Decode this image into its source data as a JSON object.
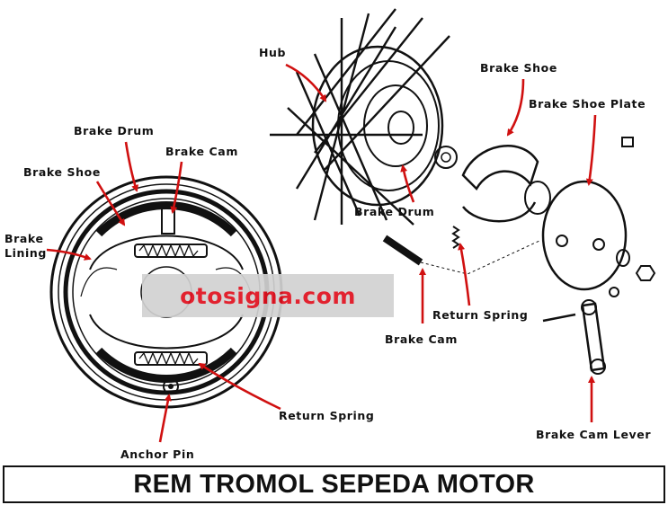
{
  "labels": {
    "hub": "Hub",
    "brake_shoe_right": "Brake Shoe",
    "brake_shoe_plate": "Brake Shoe Plate",
    "brake_drum_left": "Brake Drum",
    "brake_cam_left": "Brake Cam",
    "brake_shoe_left": "Brake Shoe",
    "brake_lining": [
      "Brake",
      "Lining"
    ],
    "brake_drum_right": "Brake Drum",
    "return_spring_right": "Return Spring",
    "brake_cam_right": "Brake Cam",
    "return_spring_left": "Return Spring",
    "anchor_pin": "Anchor Pin",
    "brake_cam_lever": "Brake Cam Lever"
  },
  "watermark": "otosigna.com",
  "title": "REM TROMOL SEPEDA MOTOR",
  "colors": {
    "arrow": "#d01010",
    "watermark_text": "#e0101e",
    "ink": "#111111"
  }
}
